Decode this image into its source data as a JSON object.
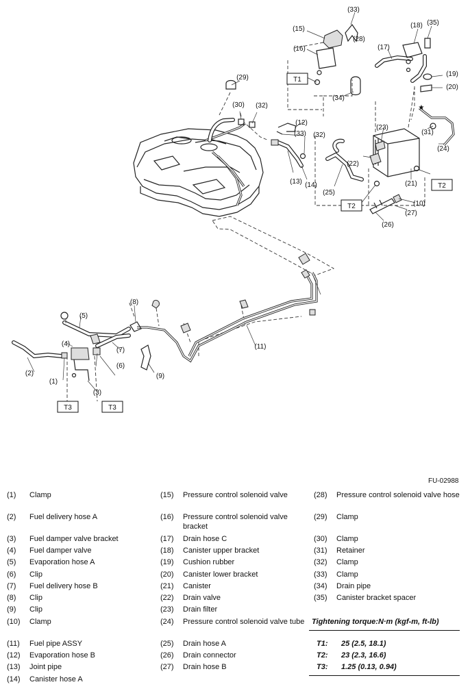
{
  "figure_id": "FU-02988",
  "callouts": [
    "(1)",
    "(2)",
    "(3)",
    "(4)",
    "(5)",
    "(6)",
    "(7)",
    "(8)",
    "(9)",
    "(10)",
    "(11)",
    "(12)",
    "(13)",
    "(14)",
    "(15)",
    "(16)",
    "(17)",
    "(18)",
    "(19)",
    "(20)",
    "(21)",
    "(22)",
    "(23)",
    "(24)",
    "(25)",
    "(26)",
    "(27)",
    "(28)",
    "(29)",
    "(30)",
    "(31)",
    "(32)",
    "(33)",
    "(34)",
    "(35)",
    "★"
  ],
  "torque_tags": [
    "T1",
    "T2",
    "T3"
  ],
  "legend": [
    {
      "num": "(1)",
      "name": "Clamp"
    },
    {
      "num": "(2)",
      "name": "Fuel delivery hose A"
    },
    {
      "num": "(3)",
      "name": "Fuel damper valve bracket"
    },
    {
      "num": "(4)",
      "name": "Fuel damper valve"
    },
    {
      "num": "(5)",
      "name": "Evaporation hose A"
    },
    {
      "num": "(6)",
      "name": "Clip"
    },
    {
      "num": "(7)",
      "name": "Fuel delivery hose B"
    },
    {
      "num": "(8)",
      "name": "Clip"
    },
    {
      "num": "(9)",
      "name": "Clip"
    },
    {
      "num": "(10)",
      "name": "Clamp"
    },
    {
      "num": "(11)",
      "name": "Fuel pipe ASSY"
    },
    {
      "num": "(12)",
      "name": "Evaporation hose B"
    },
    {
      "num": "(13)",
      "name": "Joint pipe"
    },
    {
      "num": "(14)",
      "name": "Canister hose A"
    },
    {
      "num": "(15)",
      "name": "Pressure control solenoid valve"
    },
    {
      "num": "(16)",
      "name": "Pressure control solenoid valve bracket"
    },
    {
      "num": "(17)",
      "name": "Drain hose C"
    },
    {
      "num": "(18)",
      "name": "Canister upper bracket"
    },
    {
      "num": "(19)",
      "name": "Cushion rubber"
    },
    {
      "num": "(20)",
      "name": "Canister lower bracket"
    },
    {
      "num": "(21)",
      "name": "Canister"
    },
    {
      "num": "(22)",
      "name": "Drain valve"
    },
    {
      "num": "(23)",
      "name": "Drain filter"
    },
    {
      "num": "(24)",
      "name": "Pressure control solenoid valve tube"
    },
    {
      "num": "(25)",
      "name": "Drain hose A"
    },
    {
      "num": "(26)",
      "name": "Drain connector"
    },
    {
      "num": "(27)",
      "name": "Drain hose B"
    },
    {
      "num": "(28)",
      "name": "Pressure control solenoid valve hose"
    },
    {
      "num": "(29)",
      "name": "Clamp"
    },
    {
      "num": "(30)",
      "name": "Clamp"
    },
    {
      "num": "(31)",
      "name": "Retainer"
    },
    {
      "num": "(32)",
      "name": "Clamp"
    },
    {
      "num": "(33)",
      "name": "Clamp"
    },
    {
      "num": "(34)",
      "name": "Drain pipe"
    },
    {
      "num": "(35)",
      "name": "Canister bracket spacer"
    }
  ],
  "torque": {
    "title": "Tightening torque:N·m (kgf-m, ft-lb)",
    "rows": [
      {
        "key": "T1:",
        "value": "25 (2.5, 18.1)"
      },
      {
        "key": "T2:",
        "value": "23 (2.3, 16.6)"
      },
      {
        "key": "T3:",
        "value": "1.25 (0.13, 0.94)"
      }
    ]
  }
}
